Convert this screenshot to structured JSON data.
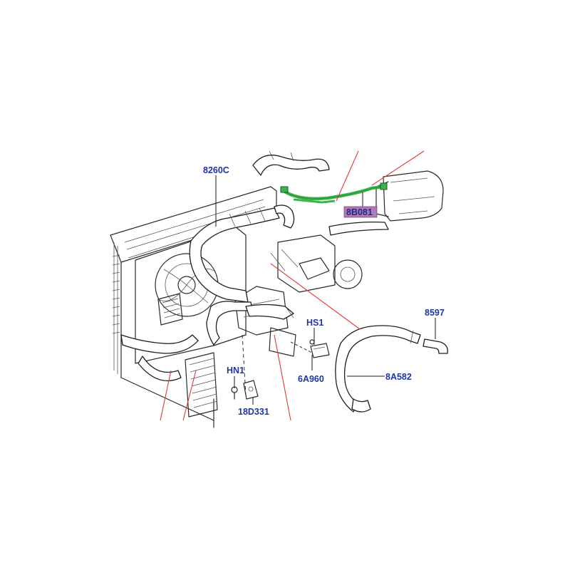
{
  "callouts": {
    "c8260C": "8260C",
    "c8B081": "8B081",
    "c8597": "8597",
    "cHS1": "HS1",
    "c6A960": "6A960",
    "c8A582": "8A582",
    "cHN1": "HN1",
    "c18D331": "18D331"
  },
  "colors": {
    "label_text": "#1f35a6",
    "highlight_box": "#b07ab8",
    "highlighted_hose": "#39b54a",
    "section_lines": "#e03a3a"
  }
}
